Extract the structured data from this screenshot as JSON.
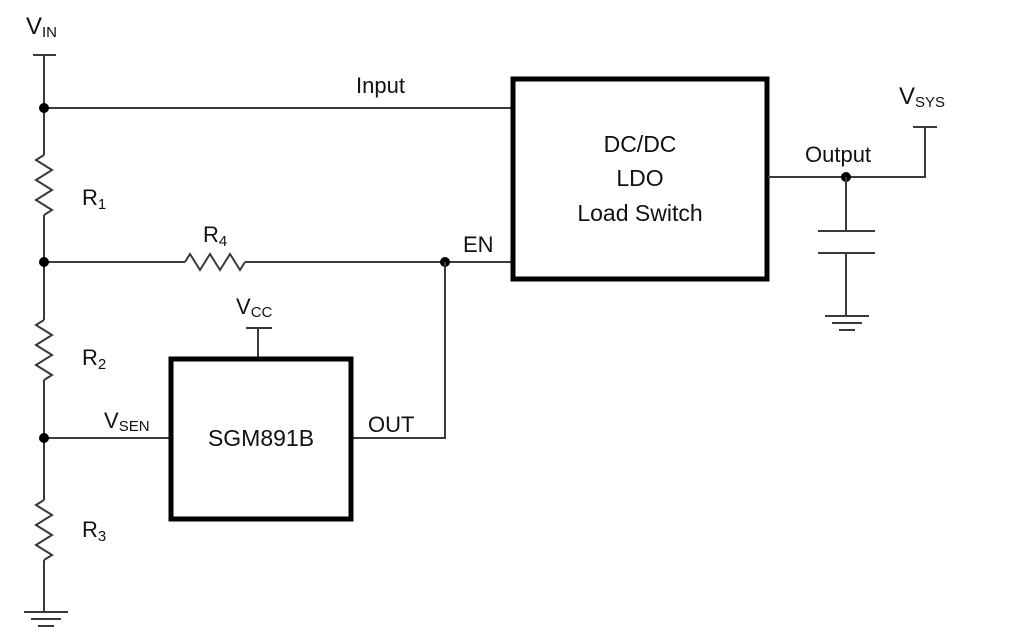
{
  "diagram": {
    "type": "circuit-schematic",
    "supplies": {
      "vin": {
        "main": "V",
        "sub": "IN"
      },
      "vsys": {
        "main": "V",
        "sub": "SYS"
      },
      "vcc": {
        "main": "V",
        "sub": "CC"
      }
    },
    "resistors": [
      {
        "main": "R",
        "sub": "1"
      },
      {
        "main": "R",
        "sub": "2"
      },
      {
        "main": "R",
        "sub": "3"
      },
      {
        "main": "R",
        "sub": "4"
      }
    ],
    "nets": {
      "input": "Input",
      "output": "Output",
      "en": "EN",
      "out": "OUT",
      "vsen": {
        "main": "V",
        "sub": "SEN"
      }
    },
    "blocks": {
      "regulator": {
        "lines": [
          "DC/DC",
          "LDO",
          "Load Switch"
        ]
      },
      "supervisor": {
        "label": "SGM891B"
      }
    },
    "components": [
      "capacitor",
      "ground",
      "ground"
    ]
  }
}
